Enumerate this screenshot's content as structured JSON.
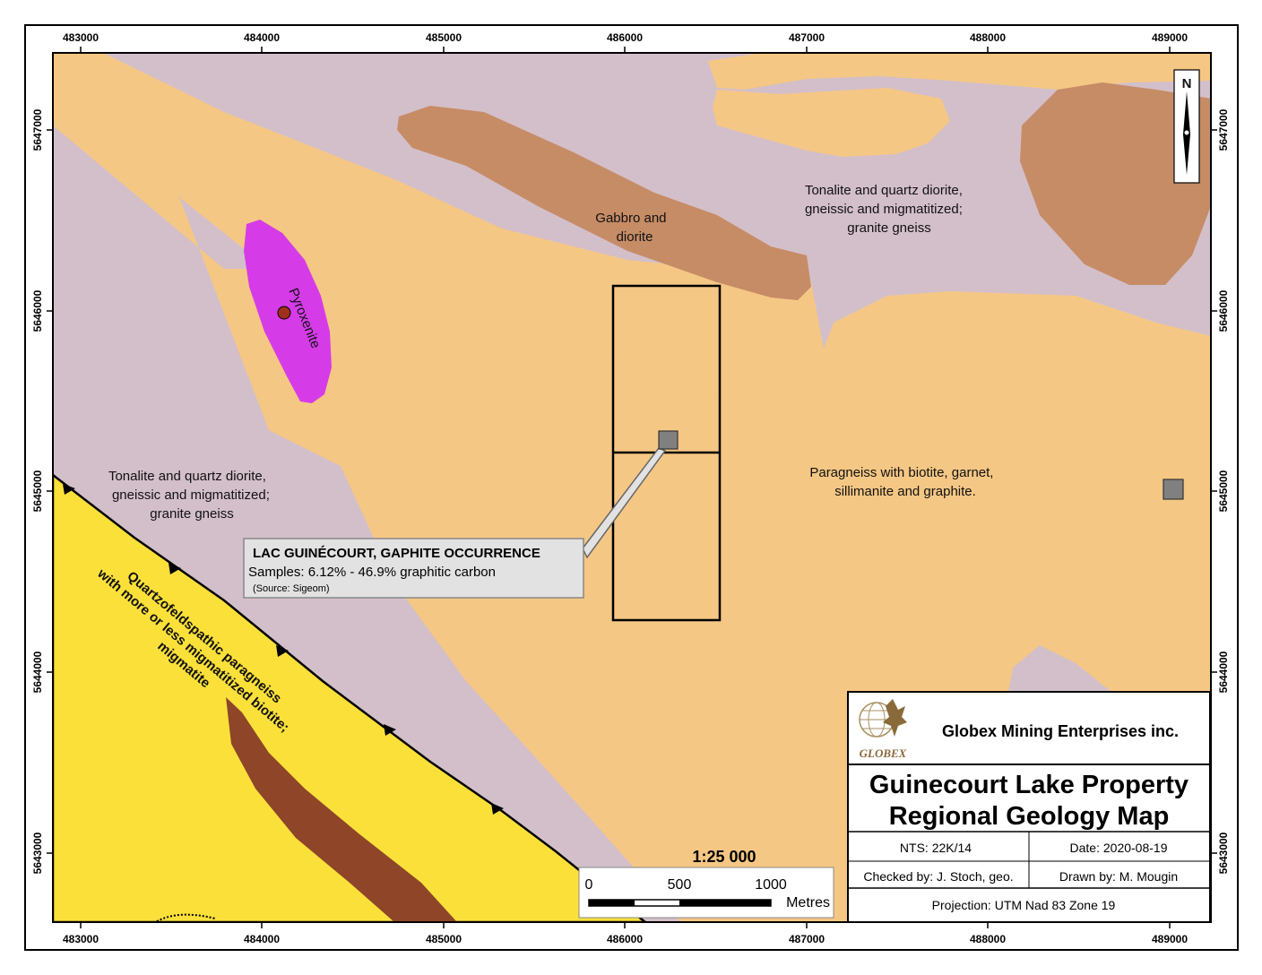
{
  "map": {
    "x_ticks": [
      "483000",
      "484000",
      "485000",
      "486000",
      "487000",
      "488000",
      "489000"
    ],
    "y_ticks": [
      "5647000",
      "5646000",
      "5645000",
      "5644000",
      "5643000"
    ],
    "colors": {
      "tonalite": "#d3bfca",
      "paragneiss": "#f5c784",
      "gabbro": "#c68c66",
      "pyroxenite": "#d53ce8",
      "quartzofeldspathic": "#fbe03a",
      "dark_band": "#8e4528",
      "callout_bg": "#e2e2e2",
      "sample_marker": "#808080",
      "occurrence_dot": "#a0301a"
    }
  },
  "units": {
    "gabbro": [
      "Gabbro and",
      "diorite"
    ],
    "pyroxenite": "Pyroxenite",
    "tonalite_ne": [
      "Tonalite and quartz diorite,",
      "gneissic and migmatitized;",
      "granite gneiss"
    ],
    "tonalite_w": [
      "Tonalite and quartz diorite,",
      "gneissic and migmatitized;",
      "granite gneiss"
    ],
    "paragneiss": [
      "Paragneiss with biotite, garnet,",
      "sillimanite and graphite."
    ],
    "quartzofeldspathic": [
      "Quartzofeldspathic paragneiss",
      "with more or less migmatitized biotite;",
      "migmatite"
    ]
  },
  "callout": {
    "title": "LAC GUINÉCOURT, GAPHITE OCCURRENCE",
    "samples": "Samples: 6.12% - 46.9% graphitic carbon",
    "source": "(Source: Sigeom)"
  },
  "north_arrow": {
    "label": "N"
  },
  "scale_bar": {
    "ratio": "1:25 000",
    "labels": [
      "0",
      "500",
      "1000"
    ],
    "unit": "Metres"
  },
  "title_block": {
    "logo_text": "GLOBEX",
    "company": "Globex Mining Enterprises inc.",
    "title_line1": "Guinecourt Lake Property",
    "title_line2": "Regional Geology Map",
    "nts": "NTS: 22K/14",
    "date": "Date: 2020-08-19",
    "checked_by": "Checked by: J. Stoch, geo.",
    "drawn_by": "Drawn by: M. Mougin",
    "projection": "Projection: UTM Nad 83 Zone 19"
  }
}
